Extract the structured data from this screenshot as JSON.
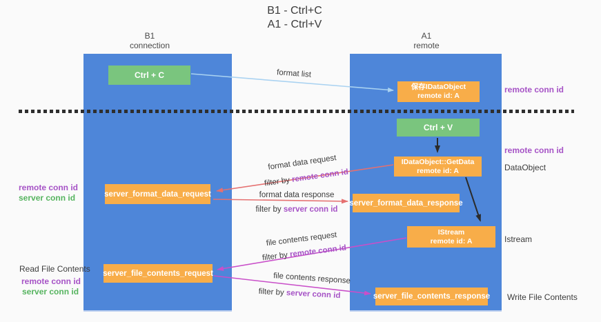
{
  "title": {
    "line1": "B1 - Ctrl+C",
    "line2": "A1 - Ctrl+V"
  },
  "lanes": {
    "b1": {
      "name": "B1",
      "role": "connection"
    },
    "a1": {
      "name": "A1",
      "role": "remote"
    }
  },
  "nodes": {
    "ctrl_c": "Ctrl + C",
    "ctrl_v": "Ctrl + V",
    "store_idataobject": {
      "line1": "保存IDataObject",
      "line2": "remote id: A"
    },
    "getdata": {
      "line1": "IDataObject::GetData",
      "line2": "remote id: A"
    },
    "istream": {
      "line1": "IStream",
      "line2": "remote id: A"
    },
    "server_format_data_request": "server_format_data_request",
    "server_format_data_response": "server_format_data_response",
    "server_file_contents_request": "server_file_contents_request",
    "server_file_contents_response": "server_file_contents_response"
  },
  "flow_labels": {
    "format_list": "format list",
    "format_data_request": "format data request",
    "format_data_response": "format data response",
    "file_contents_request": "file contents request",
    "file_contents_response": "file contents response",
    "filter_by": "filter by",
    "remote_conn_id": "remote conn id",
    "server_conn_id": "server conn id"
  },
  "side_labels": {
    "remote_conn_id": "remote conn id",
    "server_conn_id": "server conn id",
    "data_object": "DataObject",
    "istream": "Istream",
    "read_file_contents": "Read File Contents",
    "write_file_contents": "Write File Contents"
  },
  "colors": {
    "bg": "#fafafa",
    "lane_blue": "#4e86d9",
    "node_orange": "#f8ad49",
    "node_green": "#7ac57e",
    "arrow_light_blue": "#a9d2f1",
    "arrow_red": "#e57070",
    "arrow_magenta": "#c94fc9",
    "arrow_black": "#2b2b2b",
    "text_purple": "#a653c6",
    "text_green": "#56b45f",
    "text_dark": "#3b3b3b"
  }
}
